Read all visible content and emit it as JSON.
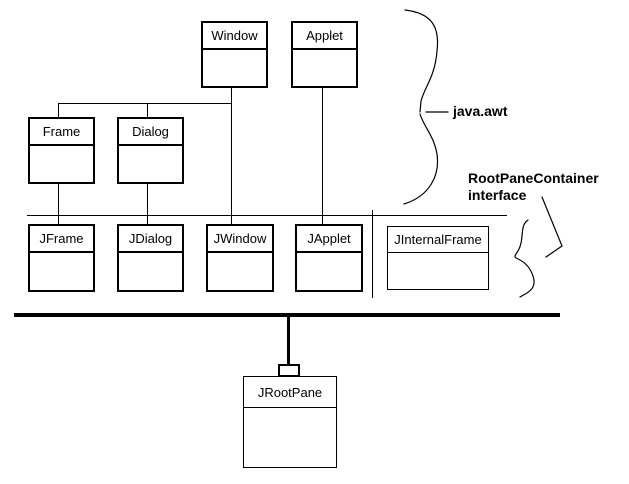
{
  "classes": {
    "window": {
      "label": "Window"
    },
    "applet": {
      "label": "Applet"
    },
    "frame": {
      "label": "Frame"
    },
    "dialog": {
      "label": "Dialog"
    },
    "jframe": {
      "label": "JFrame"
    },
    "jdialog": {
      "label": "JDialog"
    },
    "jwindow": {
      "label": "JWindow"
    },
    "japplet": {
      "label": "JApplet"
    },
    "jinternalframe": {
      "label": "JInternalFrame"
    },
    "jrootpane": {
      "label": "JRootPane"
    }
  },
  "annotations": {
    "package_label": "java.awt",
    "interface_label_line1": "RootPaneContainer",
    "interface_label_line2": "interface"
  },
  "colors": {
    "line": "#000000",
    "background": "#ffffff",
    "text": "#000000"
  }
}
